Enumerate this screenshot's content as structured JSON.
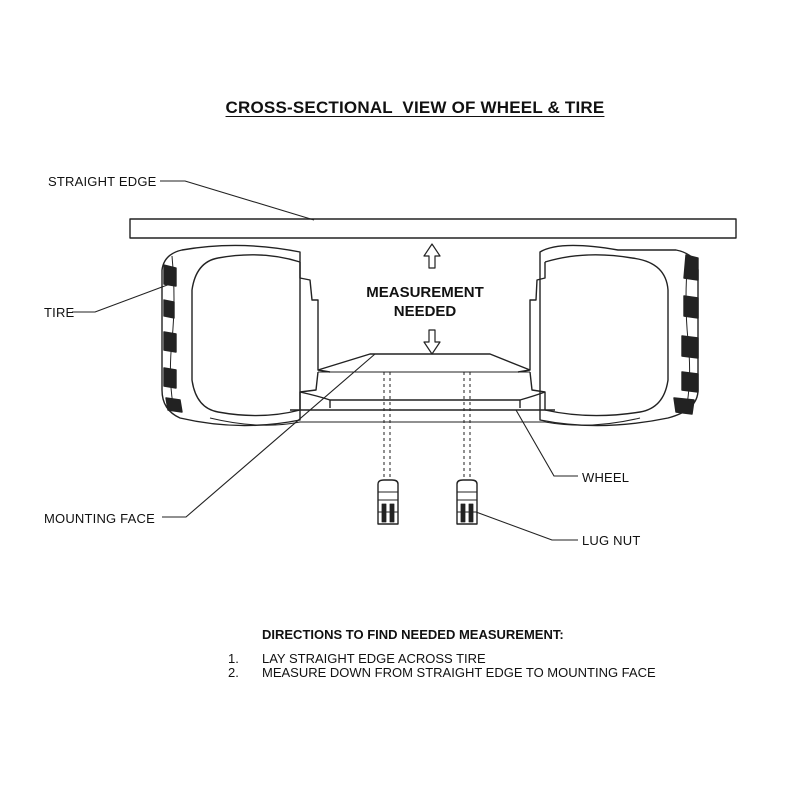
{
  "title": "CROSS-SECTIONAL  VIEW OF WHEEL & TIRE",
  "labels": {
    "straight_edge": "STRAIGHT EDGE",
    "tire": "TIRE",
    "mounting_face": "MOUNTING FACE",
    "wheel": "WHEEL",
    "lug_nut": "LUG NUT",
    "measurement_line1": "MEASUREMENT",
    "measurement_line2": "NEEDED"
  },
  "directions": {
    "heading": "DIRECTIONS TO FIND NEEDED MEASUREMENT:",
    "steps": [
      {
        "number": "1.",
        "text": "LAY STRAIGHT EDGE ACROSS TIRE"
      },
      {
        "number": "2.",
        "text": "MEASURE DOWN FROM STRAIGHT EDGE TO MOUNTING FACE"
      }
    ]
  },
  "colors": {
    "line": "#222222",
    "background": "#ffffff"
  }
}
